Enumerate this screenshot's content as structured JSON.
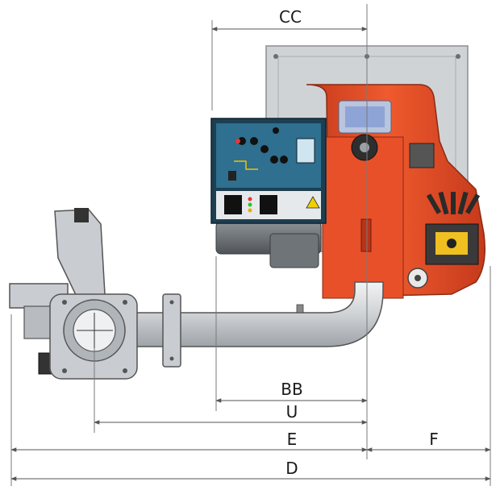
{
  "dimensions": {
    "cc": "CC",
    "bb": "BB",
    "u": "U",
    "e": "E",
    "f": "F",
    "d": "D"
  },
  "colors": {
    "burner_red": "#e8502a",
    "burner_dark_red": "#b83418",
    "panel_blue": "#2f6f8f",
    "mounting_plate": "#d0d3d6",
    "motor_gray": "#6e7478",
    "gas_train": "#c9ccd0",
    "dimension_line": "#7a7a7a"
  },
  "icons": [
    "burner-body",
    "control-panel",
    "gas-valve",
    "flange",
    "elbow-pipe",
    "mounting-plate",
    "motor"
  ]
}
